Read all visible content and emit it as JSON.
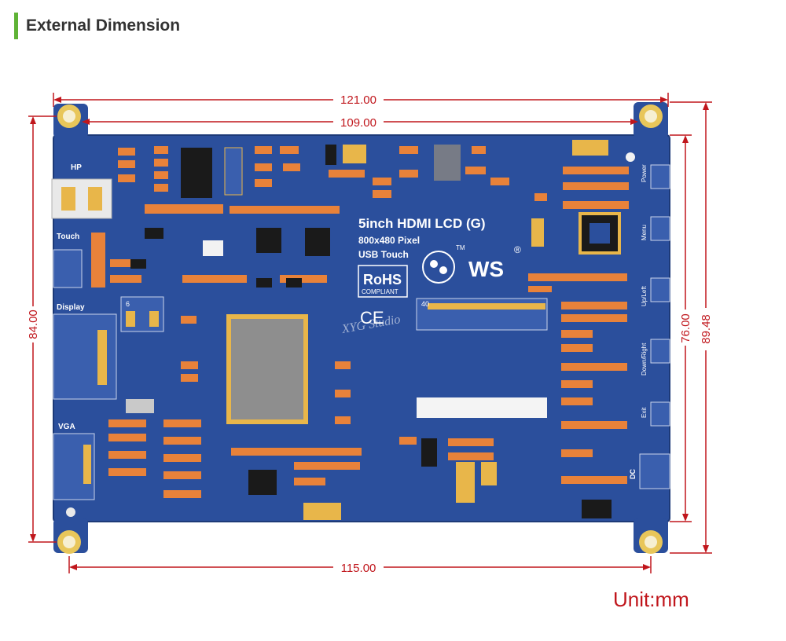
{
  "header": {
    "title": "External Dimension",
    "accent_color": "#5fb336"
  },
  "dimensions": {
    "overall_width": "121.00",
    "hole_spacing_width": "109.00",
    "bottom_hole_spacing": "115.00",
    "overall_height": "84.00",
    "inner_height": "76.00",
    "right_height": "89.48",
    "unit": "Unit:mm",
    "line_color": "#c0161c"
  },
  "board": {
    "title": "5inch HDMI LCD (G)",
    "resolution": "800x480 Pixel",
    "touch": "USB Touch",
    "rohs": "RoHS",
    "compliant": "COMPLIANT",
    "ce": "CE",
    "brand_logo": "WS",
    "tm": "TM",
    "registered": "®",
    "connector_40": "40",
    "connector_6": "6",
    "watermark": "XYG Studio",
    "pcb_color": "#2b4f9c",
    "labels": {
      "hp": "HP",
      "touch": "Touch",
      "display": "Display",
      "vga": "VGA",
      "power": "Power",
      "menu": "Menu",
      "up_left": "Up/Left",
      "down_right": "Down/Right",
      "exit": "Exit",
      "dc": "DC"
    }
  }
}
